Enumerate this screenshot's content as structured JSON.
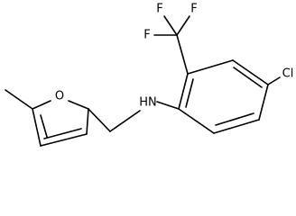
{
  "molecule": {
    "atoms": {
      "oxygen": "O",
      "amine": "HN",
      "chlorine": "Cl",
      "fluorine_top_left": "F",
      "fluorine_top_right": "F",
      "fluorine_left": "F"
    },
    "colors": {
      "bond": "#000000",
      "background": "#ffffff"
    }
  }
}
